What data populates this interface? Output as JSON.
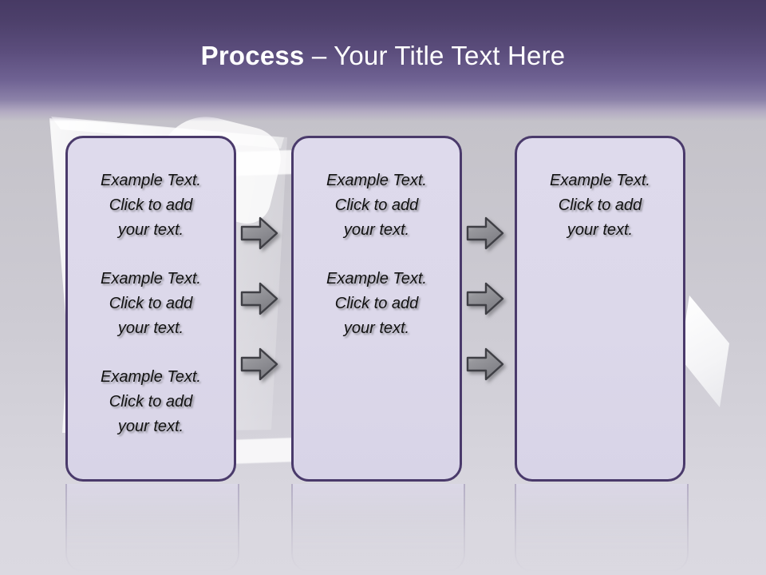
{
  "slide": {
    "title": {
      "strong": "Process",
      "rest": " – Your Title Text Here"
    },
    "theme": {
      "header_dark": "#473a64",
      "header_light": "#b3abc2",
      "box_fill": "#dcd8ea",
      "box_border": "#4a3a6b",
      "arrow_fill": "#8a8a8e",
      "arrow_outline": "#3f3f45",
      "background": "#c9c7cf",
      "title_color": "#ffffff",
      "body_text_color": "#111111"
    },
    "columns": [
      {
        "name": "column-1",
        "blocks": [
          "Example Text.\nClick  to add\nyour text.",
          "Example Text.\nClick  to add\nyour text.",
          "Example Text.\nClick  to add\nyour text."
        ]
      },
      {
        "name": "column-2",
        "blocks": [
          "Example Text.\nClick  to add\nyour text.",
          "Example Text.\nClick  to add\nyour text."
        ]
      },
      {
        "name": "column-3",
        "blocks": [
          "Example Text.\nClick  to add\nyour text."
        ]
      }
    ],
    "connectors": [
      {
        "name": "arrow-col-a-row-1",
        "icon": "arrow-right-icon"
      },
      {
        "name": "arrow-col-a-row-2",
        "icon": "arrow-right-icon"
      },
      {
        "name": "arrow-col-a-row-3",
        "icon": "arrow-right-icon"
      },
      {
        "name": "arrow-col-b-row-1",
        "icon": "arrow-right-icon"
      },
      {
        "name": "arrow-col-b-row-2",
        "icon": "arrow-right-icon"
      },
      {
        "name": "arrow-col-b-row-3",
        "icon": "arrow-right-icon"
      }
    ],
    "decorations": [
      {
        "name": "left-angled-band",
        "shape": "white-angled-frame"
      },
      {
        "name": "rounded-rect-motif",
        "shape": "white-rounded-outline"
      },
      {
        "name": "right-quadrilateral",
        "shape": "white-parallelogram"
      }
    ]
  }
}
